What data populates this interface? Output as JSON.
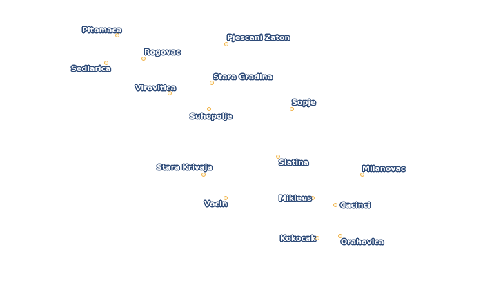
{
  "colors": {
    "label_fill": "#ffffff",
    "label_halo": "#2d4a78",
    "marker_stroke": "#f0b24a",
    "marker_fill": "#fff7e0"
  },
  "places": [
    {
      "id": "pitomaca",
      "name": "Pitomaca"
    },
    {
      "id": "pjescani-zaton",
      "name": "Pjescani Zaton"
    },
    {
      "id": "rogovac",
      "name": "Rogovac"
    },
    {
      "id": "sedlarica",
      "name": "Sedlarica"
    },
    {
      "id": "stara-gradina",
      "name": "Stara Gradina"
    },
    {
      "id": "virovitica",
      "name": "Virovitica"
    },
    {
      "id": "sopje",
      "name": "Sopje"
    },
    {
      "id": "suhopolje",
      "name": "Suhopolje"
    },
    {
      "id": "slatina",
      "name": "Slatina"
    },
    {
      "id": "stara-krivaja",
      "name": "Stara Krivaja"
    },
    {
      "id": "milanovac",
      "name": "Milanovac"
    },
    {
      "id": "vocin",
      "name": "Vocin"
    },
    {
      "id": "mikleus",
      "name": "Mikleus"
    },
    {
      "id": "cacinci",
      "name": "Cacinci"
    },
    {
      "id": "kokocak",
      "name": "Kokocak"
    },
    {
      "id": "orahovica",
      "name": "Orahovica"
    }
  ]
}
